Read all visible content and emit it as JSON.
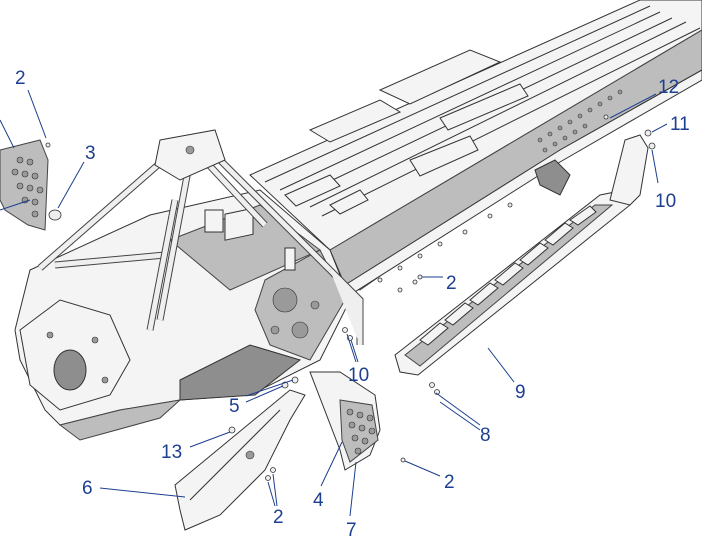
{
  "callouts": [
    {
      "id": "c1",
      "text": "2"
    },
    {
      "id": "c2",
      "text": "3"
    },
    {
      "id": "c3",
      "text": "12"
    },
    {
      "id": "c4",
      "text": "11"
    },
    {
      "id": "c5",
      "text": "10"
    },
    {
      "id": "c6",
      "text": "2"
    },
    {
      "id": "c7",
      "text": "10"
    },
    {
      "id": "c8",
      "text": "9"
    },
    {
      "id": "c9",
      "text": "5"
    },
    {
      "id": "c10",
      "text": "8"
    },
    {
      "id": "c11",
      "text": "13"
    },
    {
      "id": "c12",
      "text": "6"
    },
    {
      "id": "c13",
      "text": "2"
    },
    {
      "id": "c14",
      "text": "4"
    },
    {
      "id": "c15",
      "text": "2"
    },
    {
      "id": "c16",
      "text": "7"
    }
  ]
}
